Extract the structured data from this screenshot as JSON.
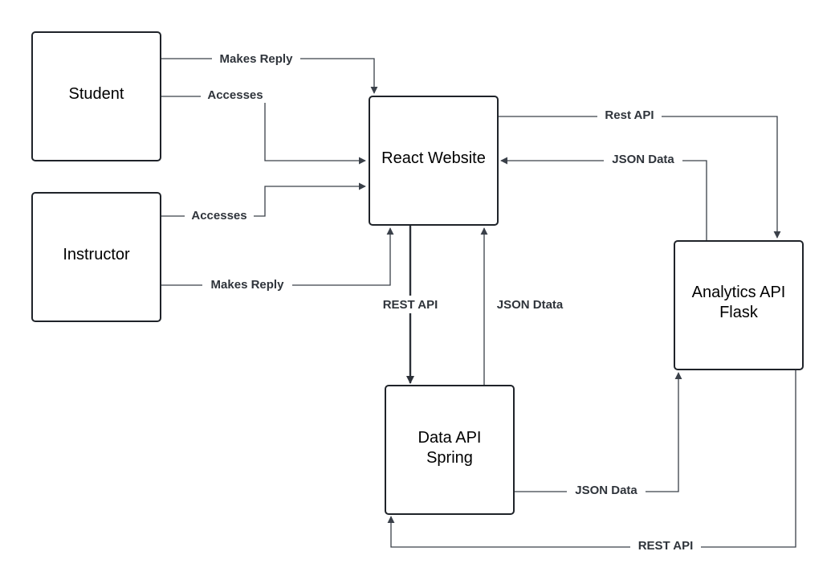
{
  "nodes": {
    "student": {
      "label": "Student"
    },
    "instructor": {
      "label": "Instructor"
    },
    "react": {
      "label": "React Website"
    },
    "analytics": {
      "line1": "Analytics API",
      "line2": "Flask"
    },
    "data": {
      "line1": "Data API",
      "line2": "Spring"
    }
  },
  "edges": {
    "student_reply": "Makes Reply",
    "student_access": "Accesses",
    "instructor_access": "Accesses",
    "instructor_reply": "Makes Reply",
    "react_to_analytics": "Rest API",
    "analytics_to_react": "JSON Data",
    "react_to_data": "REST API",
    "data_to_react": "JSON Dtata",
    "data_to_analytics": "JSON Data",
    "analytics_to_data": "REST API"
  },
  "colors": {
    "line": "#3a4049",
    "box": "#1f2329",
    "text": "#000000"
  }
}
